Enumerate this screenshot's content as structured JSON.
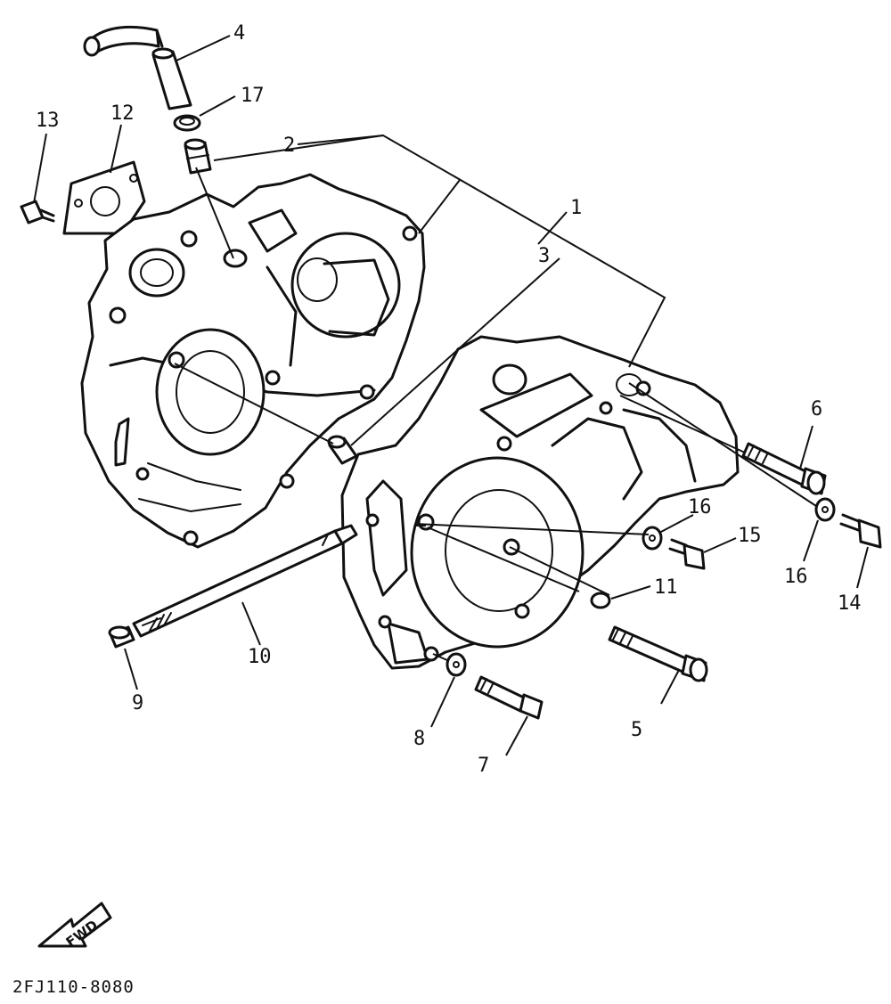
{
  "diagram": {
    "code": "2FJ110-8080",
    "fwd_label": "FWD",
    "callouts": [
      {
        "id": "c1",
        "text": "1"
      },
      {
        "id": "c2",
        "text": "2"
      },
      {
        "id": "c3",
        "text": "3"
      },
      {
        "id": "c4",
        "text": "4"
      },
      {
        "id": "c5",
        "text": "5"
      },
      {
        "id": "c6",
        "text": "6"
      },
      {
        "id": "c7",
        "text": "7"
      },
      {
        "id": "c8",
        "text": "8"
      },
      {
        "id": "c9",
        "text": "9"
      },
      {
        "id": "c10",
        "text": "10"
      },
      {
        "id": "c11",
        "text": "11"
      },
      {
        "id": "c12",
        "text": "12"
      },
      {
        "id": "c13",
        "text": "13"
      },
      {
        "id": "c14",
        "text": "14"
      },
      {
        "id": "c15",
        "text": "15"
      },
      {
        "id": "c16a",
        "text": "16"
      },
      {
        "id": "c16b",
        "text": "16"
      },
      {
        "id": "c17",
        "text": "17"
      }
    ]
  }
}
